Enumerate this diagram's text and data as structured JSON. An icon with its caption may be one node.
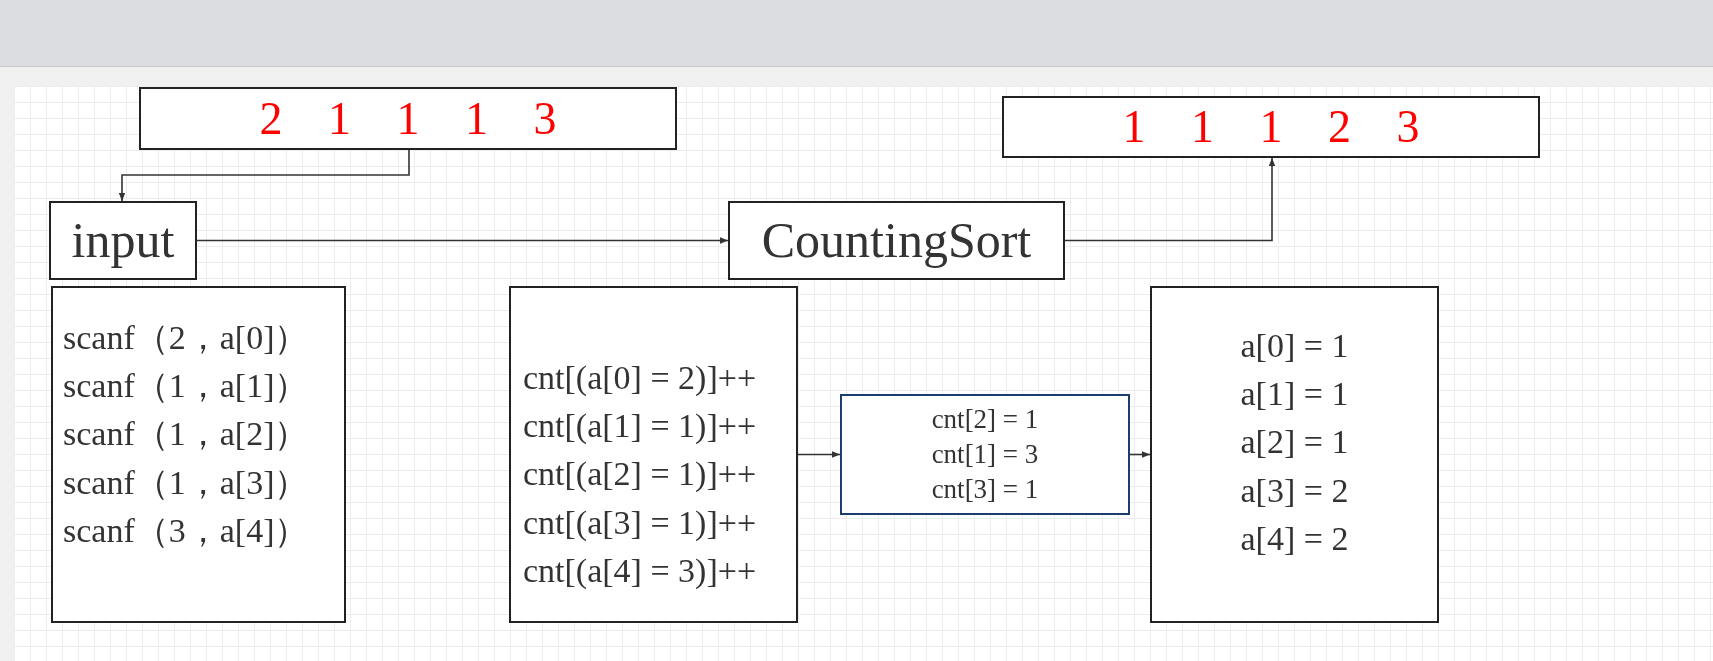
{
  "diagram": {
    "nodes": [
      {
        "text": [
          "2 1 1 1 3"
        ]
      },
      {
        "text": [
          "1 1 1 2 3"
        ]
      },
      {
        "text": [
          "input"
        ]
      },
      {
        "text": [
          "CountingSort"
        ]
      },
      {
        "text": [
          "scanf（2，a[0]）",
          "scanf（1，a[1]）",
          "scanf（1，a[2]）",
          "scanf（1，a[3]）",
          "scanf（3，a[4]）"
        ]
      },
      {
        "text": [
          "cnt[(a[0] = 2)]++",
          "cnt[(a[1] = 1)]++",
          "cnt[(a[2] = 1)]++",
          "cnt[(a[3] = 1)]++",
          "cnt[(a[4] = 3)]++"
        ]
      },
      {
        "text": [
          "cnt[2] = 1",
          "cnt[1] = 3",
          "cnt[3] = 1"
        ]
      },
      {
        "text": [
          "a[0] = 1",
          "a[1] = 1",
          "a[2] = 1",
          "a[3] = 2",
          "a[4] = 2"
        ]
      }
    ],
    "edges": [
      {
        "from": 0,
        "to": 2,
        "arrow": "to"
      },
      {
        "from": 2,
        "to": 3,
        "arrow": "to"
      },
      {
        "from": 3,
        "to": 1,
        "arrow": "to"
      },
      {
        "from": 5,
        "to": 6,
        "arrow": "to"
      },
      {
        "from": 6,
        "to": 7,
        "arrow": "to"
      }
    ]
  }
}
